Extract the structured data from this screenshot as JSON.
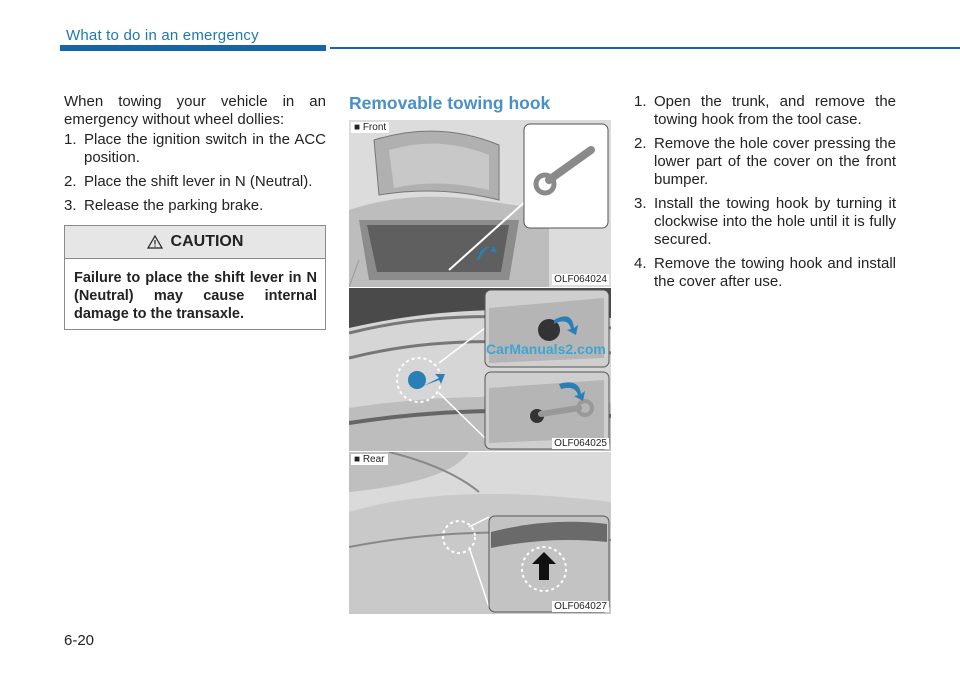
{
  "header": {
    "section": "What to do in an emergency"
  },
  "left": {
    "intro": "When towing your vehicle in an emergency without wheel dollies:",
    "steps": [
      {
        "num": "1.",
        "text": "Place the ignition switch in the ACC position."
      },
      {
        "num": "2.",
        "text": "Place the shift lever in N (Neutral)."
      },
      {
        "num": "3.",
        "text": "Release the parking brake."
      }
    ]
  },
  "caution": {
    "title": "CAUTION",
    "body": "Failure to place the shift lever in N (Neutral) may cause internal damage to the transaxle."
  },
  "section_title": "Removable towing hook",
  "figures": [
    {
      "tag": "■ Front",
      "code": "OLF064024"
    },
    {
      "tag": "",
      "code": "OLF064025"
    },
    {
      "tag": "■ Rear",
      "code": "OLF064027"
    }
  ],
  "watermark": "CarManuals2.com",
  "right": {
    "steps": [
      {
        "num": "1.",
        "text": "Open the trunk, and remove the towing hook from the tool case."
      },
      {
        "num": "2.",
        "text": "Remove the hole cover pressing the lower part of the cover on the front bumper."
      },
      {
        "num": "3.",
        "text": "Install the towing hook by turning it clockwise into the hole until it is fully secured."
      },
      {
        "num": "4.",
        "text": "Remove the towing hook and install the cover after use."
      }
    ]
  },
  "page_number": "6-20",
  "colors": {
    "accent": "#1565a8",
    "heading": "#4a90c8",
    "arrow": "#2a7fb5"
  }
}
